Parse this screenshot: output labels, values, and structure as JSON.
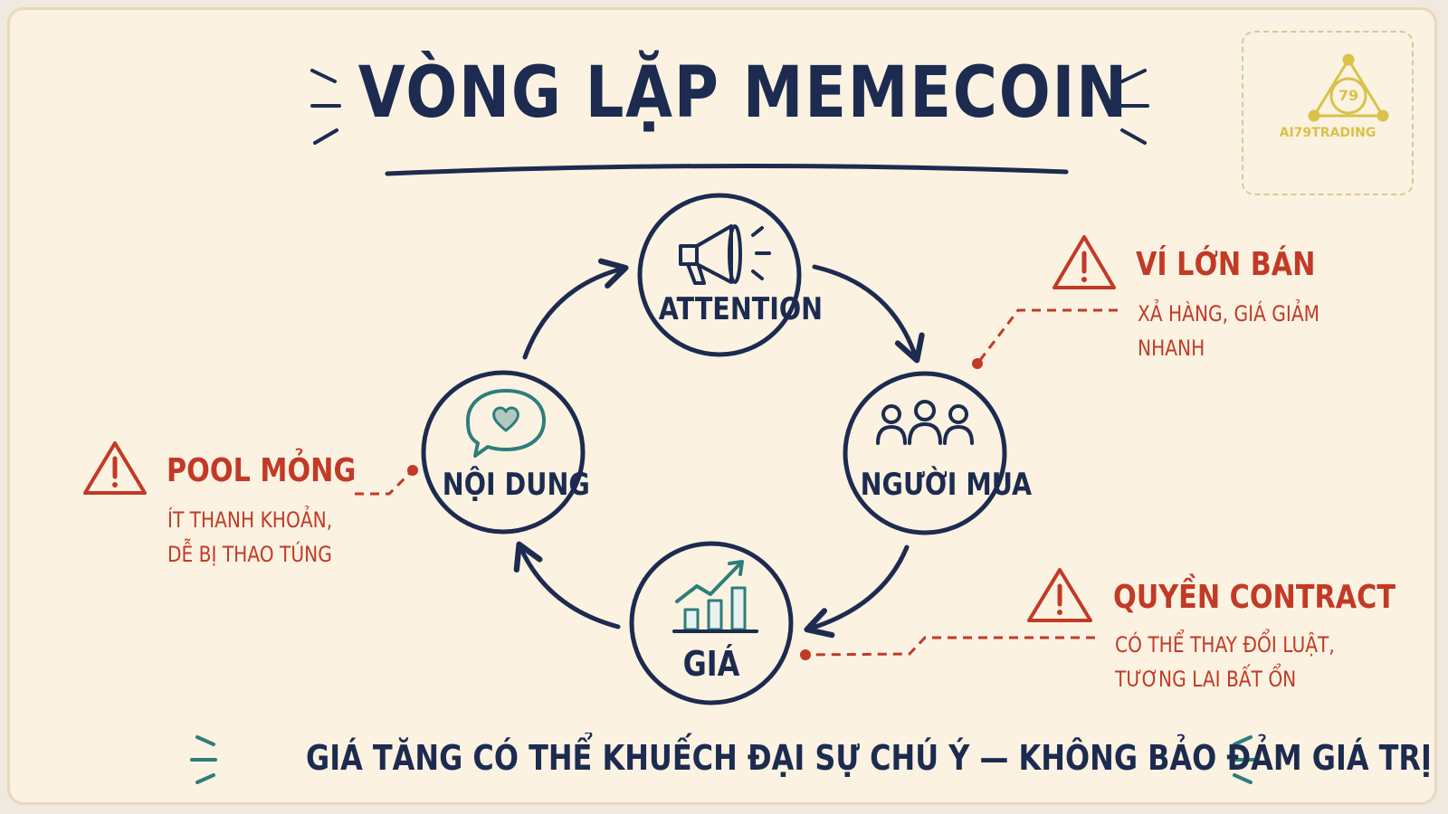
{
  "title": "VÒNG LẶP MEMECOIN",
  "logo": {
    "text": "AI79TRADING",
    "badge": "79"
  },
  "nodes": [
    {
      "id": "attention",
      "label": "ATTENTION",
      "icon": "megaphone-icon"
    },
    {
      "id": "nguoi-mua",
      "label": "NGƯỜI MUA",
      "icon": "people-icon"
    },
    {
      "id": "gia",
      "label": "GIÁ",
      "icon": "growth-chart-icon"
    },
    {
      "id": "noi-dung",
      "label": "NỘI DUNG",
      "icon": "chat-heart-icon"
    }
  ],
  "warnings": [
    {
      "id": "vi-lon-ban",
      "title": "VÍ LỚN BÁN",
      "lines": [
        "XẢ HÀNG, GIÁ GIẢM",
        "NHANH"
      ],
      "target": "nguoi-mua"
    },
    {
      "id": "pool-mong",
      "title": "POOL MỎNG",
      "lines": [
        "ÍT THANH KHOẢN,",
        "DỄ BỊ THAO TÚNG"
      ],
      "target": "noi-dung"
    },
    {
      "id": "quyen-contract",
      "title": "QUYỀN CONTRACT",
      "lines": [
        "CÓ THỂ THAY ĐỔI LUẬT,",
        "TƯƠNG LAI BẤT ỔN"
      ],
      "target": "gia"
    }
  ],
  "footer": "GIÁ TĂNG CÓ THỂ KHUẾCH ĐẠI SỰ CHÚ Ý — KHÔNG BẢO ĐẢM GIÁ TRỊ",
  "colors": {
    "navy": "#1c2b4f",
    "red": "#c23a26",
    "teal": "#2e7d7b",
    "background": "#fbf2e2",
    "gold": "#d9c24a"
  }
}
